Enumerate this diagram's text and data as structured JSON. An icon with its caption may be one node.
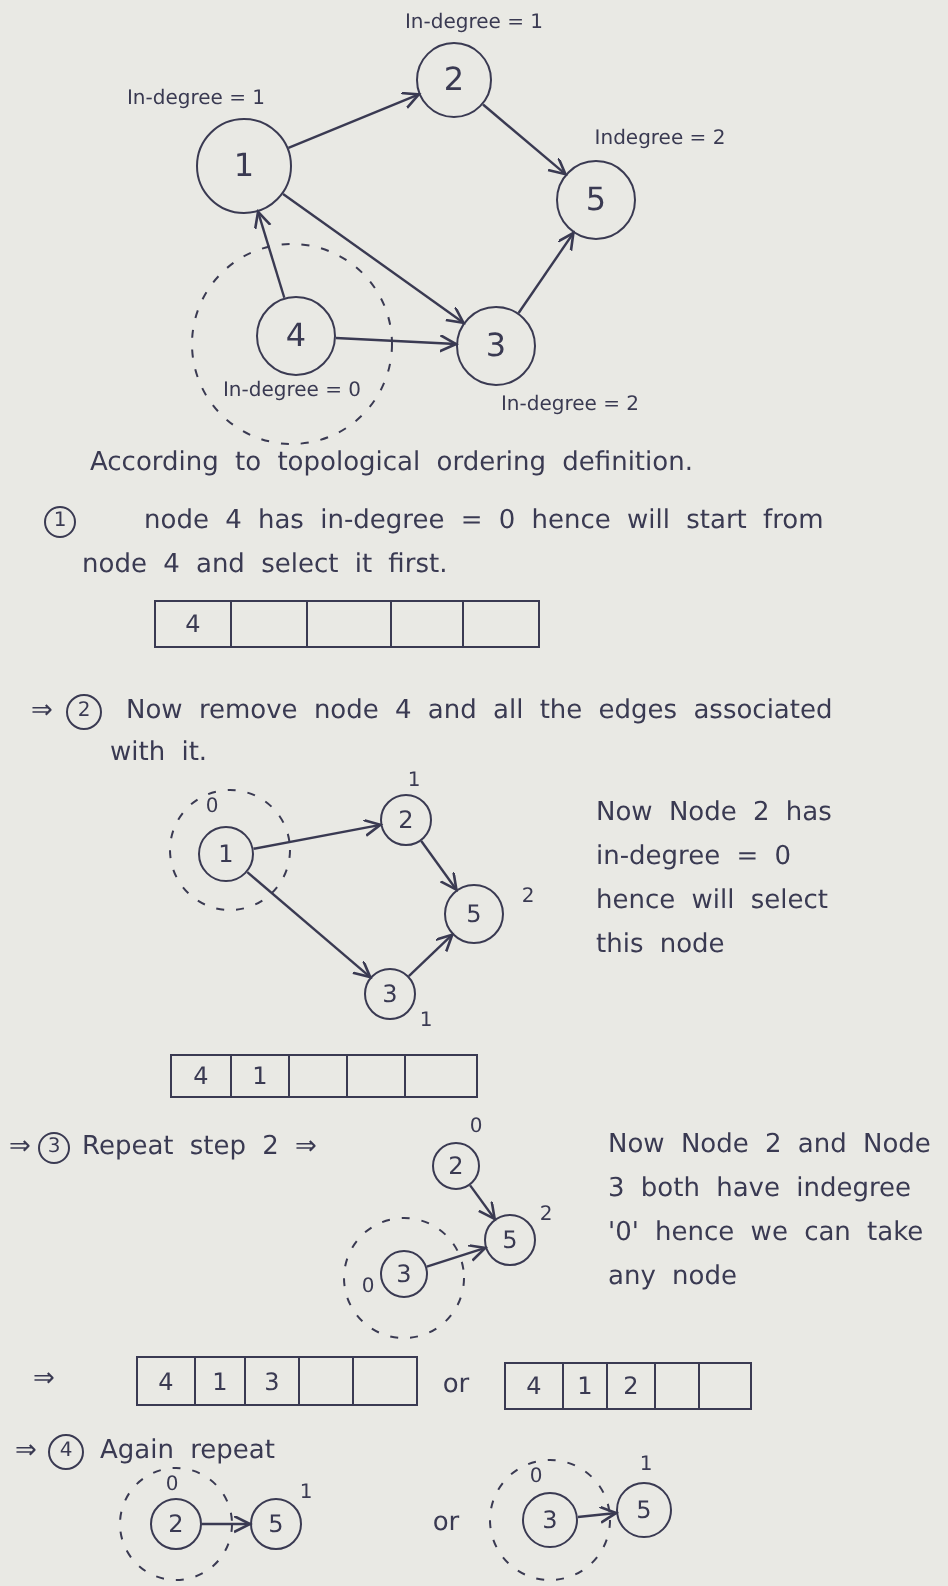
{
  "diagram": {
    "nodes": [
      {
        "text": [
          "2"
        ],
        "beside": [
          "In-degree = 1"
        ]
      },
      {
        "text": [
          "1"
        ],
        "beside": [
          "In-degree = 1"
        ]
      },
      {
        "text": [
          "5"
        ],
        "beside": [
          "Indegree = 2"
        ]
      },
      {
        "text": [
          "4"
        ],
        "beside": [
          "In-degree = 0"
        ]
      },
      {
        "text": [
          "3"
        ],
        "beside": [
          "In-degree = 2"
        ]
      },
      {
        "text": [
          "1"
        ]
      },
      {
        "text": [
          "2"
        ],
        "beside": [
          "⇒"
        ]
      },
      {
        "text": [
          "1"
        ],
        "beside": [
          "0"
        ]
      },
      {
        "text": [
          "2"
        ],
        "beside": [
          "1"
        ]
      },
      {
        "text": [
          "5"
        ],
        "beside": [
          "2"
        ]
      },
      {
        "text": [
          "3"
        ],
        "beside": [
          "1"
        ]
      },
      {
        "text": [
          "3"
        ],
        "beside": [
          "⇒"
        ]
      },
      {
        "text": [
          "2"
        ],
        "beside": [
          "0"
        ]
      },
      {
        "text": [
          "5"
        ],
        "beside": [
          "2"
        ]
      },
      {
        "text": [
          "3"
        ],
        "beside": [
          "0"
        ]
      },
      {
        "text": [
          "4"
        ],
        "beside": [
          "⇒"
        ]
      },
      {
        "text": [
          "2"
        ],
        "beside": [
          "0"
        ]
      },
      {
        "text": [
          "5"
        ],
        "beside": [
          "1"
        ]
      },
      {
        "text": [
          "3"
        ],
        "beside": [
          "0"
        ]
      },
      {
        "text": [
          "5"
        ],
        "beside": [
          "1"
        ]
      }
    ],
    "edges": [
      {
        "from": 3,
        "to": 1,
        "arrow": "to"
      },
      {
        "from": 1,
        "to": 0,
        "arrow": "to"
      },
      {
        "from": 0,
        "to": 2,
        "arrow": "to"
      },
      {
        "from": 1,
        "to": 4,
        "arrow": "to"
      },
      {
        "from": 3,
        "to": 4,
        "arrow": "to"
      },
      {
        "from": 4,
        "to": 2,
        "arrow": "to"
      },
      {
        "from": 7,
        "to": 8,
        "arrow": "to"
      },
      {
        "from": 8,
        "to": 9,
        "arrow": "to"
      },
      {
        "from": 7,
        "to": 10,
        "arrow": "to"
      },
      {
        "from": 10,
        "to": 9,
        "arrow": "to"
      },
      {
        "from": 12,
        "to": 13,
        "arrow": "to"
      },
      {
        "from": 14,
        "to": 13,
        "arrow": "to"
      },
      {
        "from": 16,
        "to": 17,
        "arrow": "to"
      },
      {
        "from": 18,
        "to": 19,
        "arrow": "to"
      }
    ],
    "labels": [
      "According to topological ordering definition.",
      "node 4 has in-degree = 0 hence will start from node 4 and select it first.",
      "4",
      "Now remove node 4 and all the edges associated with it.",
      "Now Node 2 has in-degree = 0 hence will select this node",
      "4",
      "1",
      "Repeat step 2 ⇒",
      "Now Node 2 and Node 3 both have indegree '0' hence we can take any node",
      "⇒",
      "4",
      "1",
      "3",
      "or",
      "4",
      "1",
      "2",
      "Again repeat",
      "or"
    ]
  }
}
